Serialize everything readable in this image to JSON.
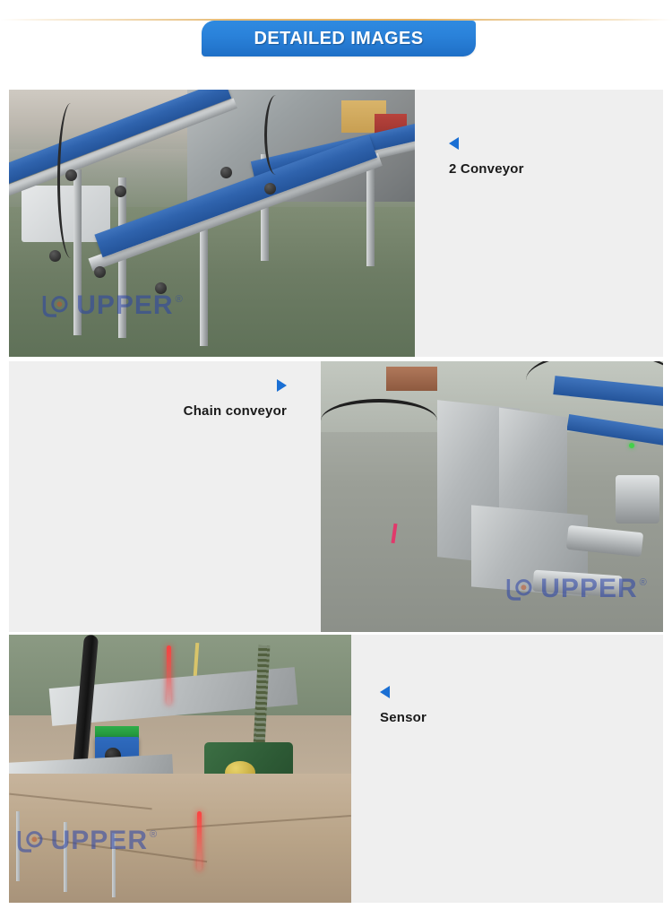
{
  "header": {
    "banner_title": "DETAILED IMAGES",
    "banner_color": "#2a82da",
    "rule_color": "#e2b060"
  },
  "accent_color": "#1a6fd4",
  "panel_background": "#efefef",
  "watermark": {
    "text": "UPPER",
    "registered_symbol": "®",
    "color": "#2a43a8"
  },
  "sections": [
    {
      "id": "conveyor",
      "caption": "2 Conveyor",
      "arrow": "left-triangle-icon",
      "image_alt": "Two inclined blue belt conveyors on stainless steel frames in a factory",
      "image_side": "left"
    },
    {
      "id": "chain-conveyor",
      "caption": "Chain conveyor",
      "arrow": "right-triangle-icon",
      "image_alt": "Chain conveyor with slat dividers and stainless steel guide plates",
      "image_side": "right"
    },
    {
      "id": "sensor",
      "caption": "Sensor",
      "arrow": "left-triangle-icon",
      "image_alt": "Close-up of blue photoelectric sensor mounted above cartons with green motor",
      "image_side": "left"
    }
  ]
}
